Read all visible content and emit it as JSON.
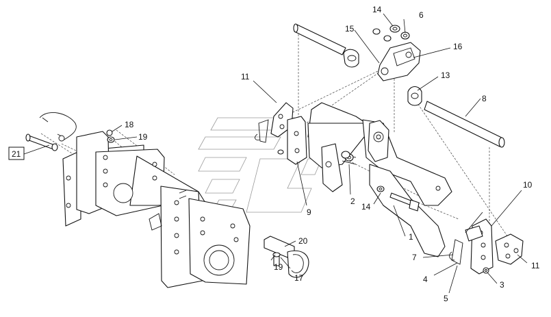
{
  "diagram": {
    "callouts": [
      {
        "id": "c1",
        "label": "1"
      },
      {
        "id": "c2",
        "label": "2"
      },
      {
        "id": "c3",
        "label": "3"
      },
      {
        "id": "c4",
        "label": "4"
      },
      {
        "id": "c5",
        "label": "5"
      },
      {
        "id": "c6",
        "label": "6"
      },
      {
        "id": "c7",
        "label": "7"
      },
      {
        "id": "c8",
        "label": "8"
      },
      {
        "id": "c9",
        "label": "9"
      },
      {
        "id": "c10",
        "label": "10"
      },
      {
        "id": "c11a",
        "label": "11"
      },
      {
        "id": "c11b",
        "label": "11"
      },
      {
        "id": "c13",
        "label": "13"
      },
      {
        "id": "c14a",
        "label": "14"
      },
      {
        "id": "c14b",
        "label": "14"
      },
      {
        "id": "c15",
        "label": "15"
      },
      {
        "id": "c16",
        "label": "16"
      },
      {
        "id": "c17",
        "label": "17"
      },
      {
        "id": "c18",
        "label": "18"
      },
      {
        "id": "c19a",
        "label": "19"
      },
      {
        "id": "c19b",
        "label": "19"
      },
      {
        "id": "c20",
        "label": "20"
      },
      {
        "id": "c21",
        "label": "21"
      }
    ]
  }
}
